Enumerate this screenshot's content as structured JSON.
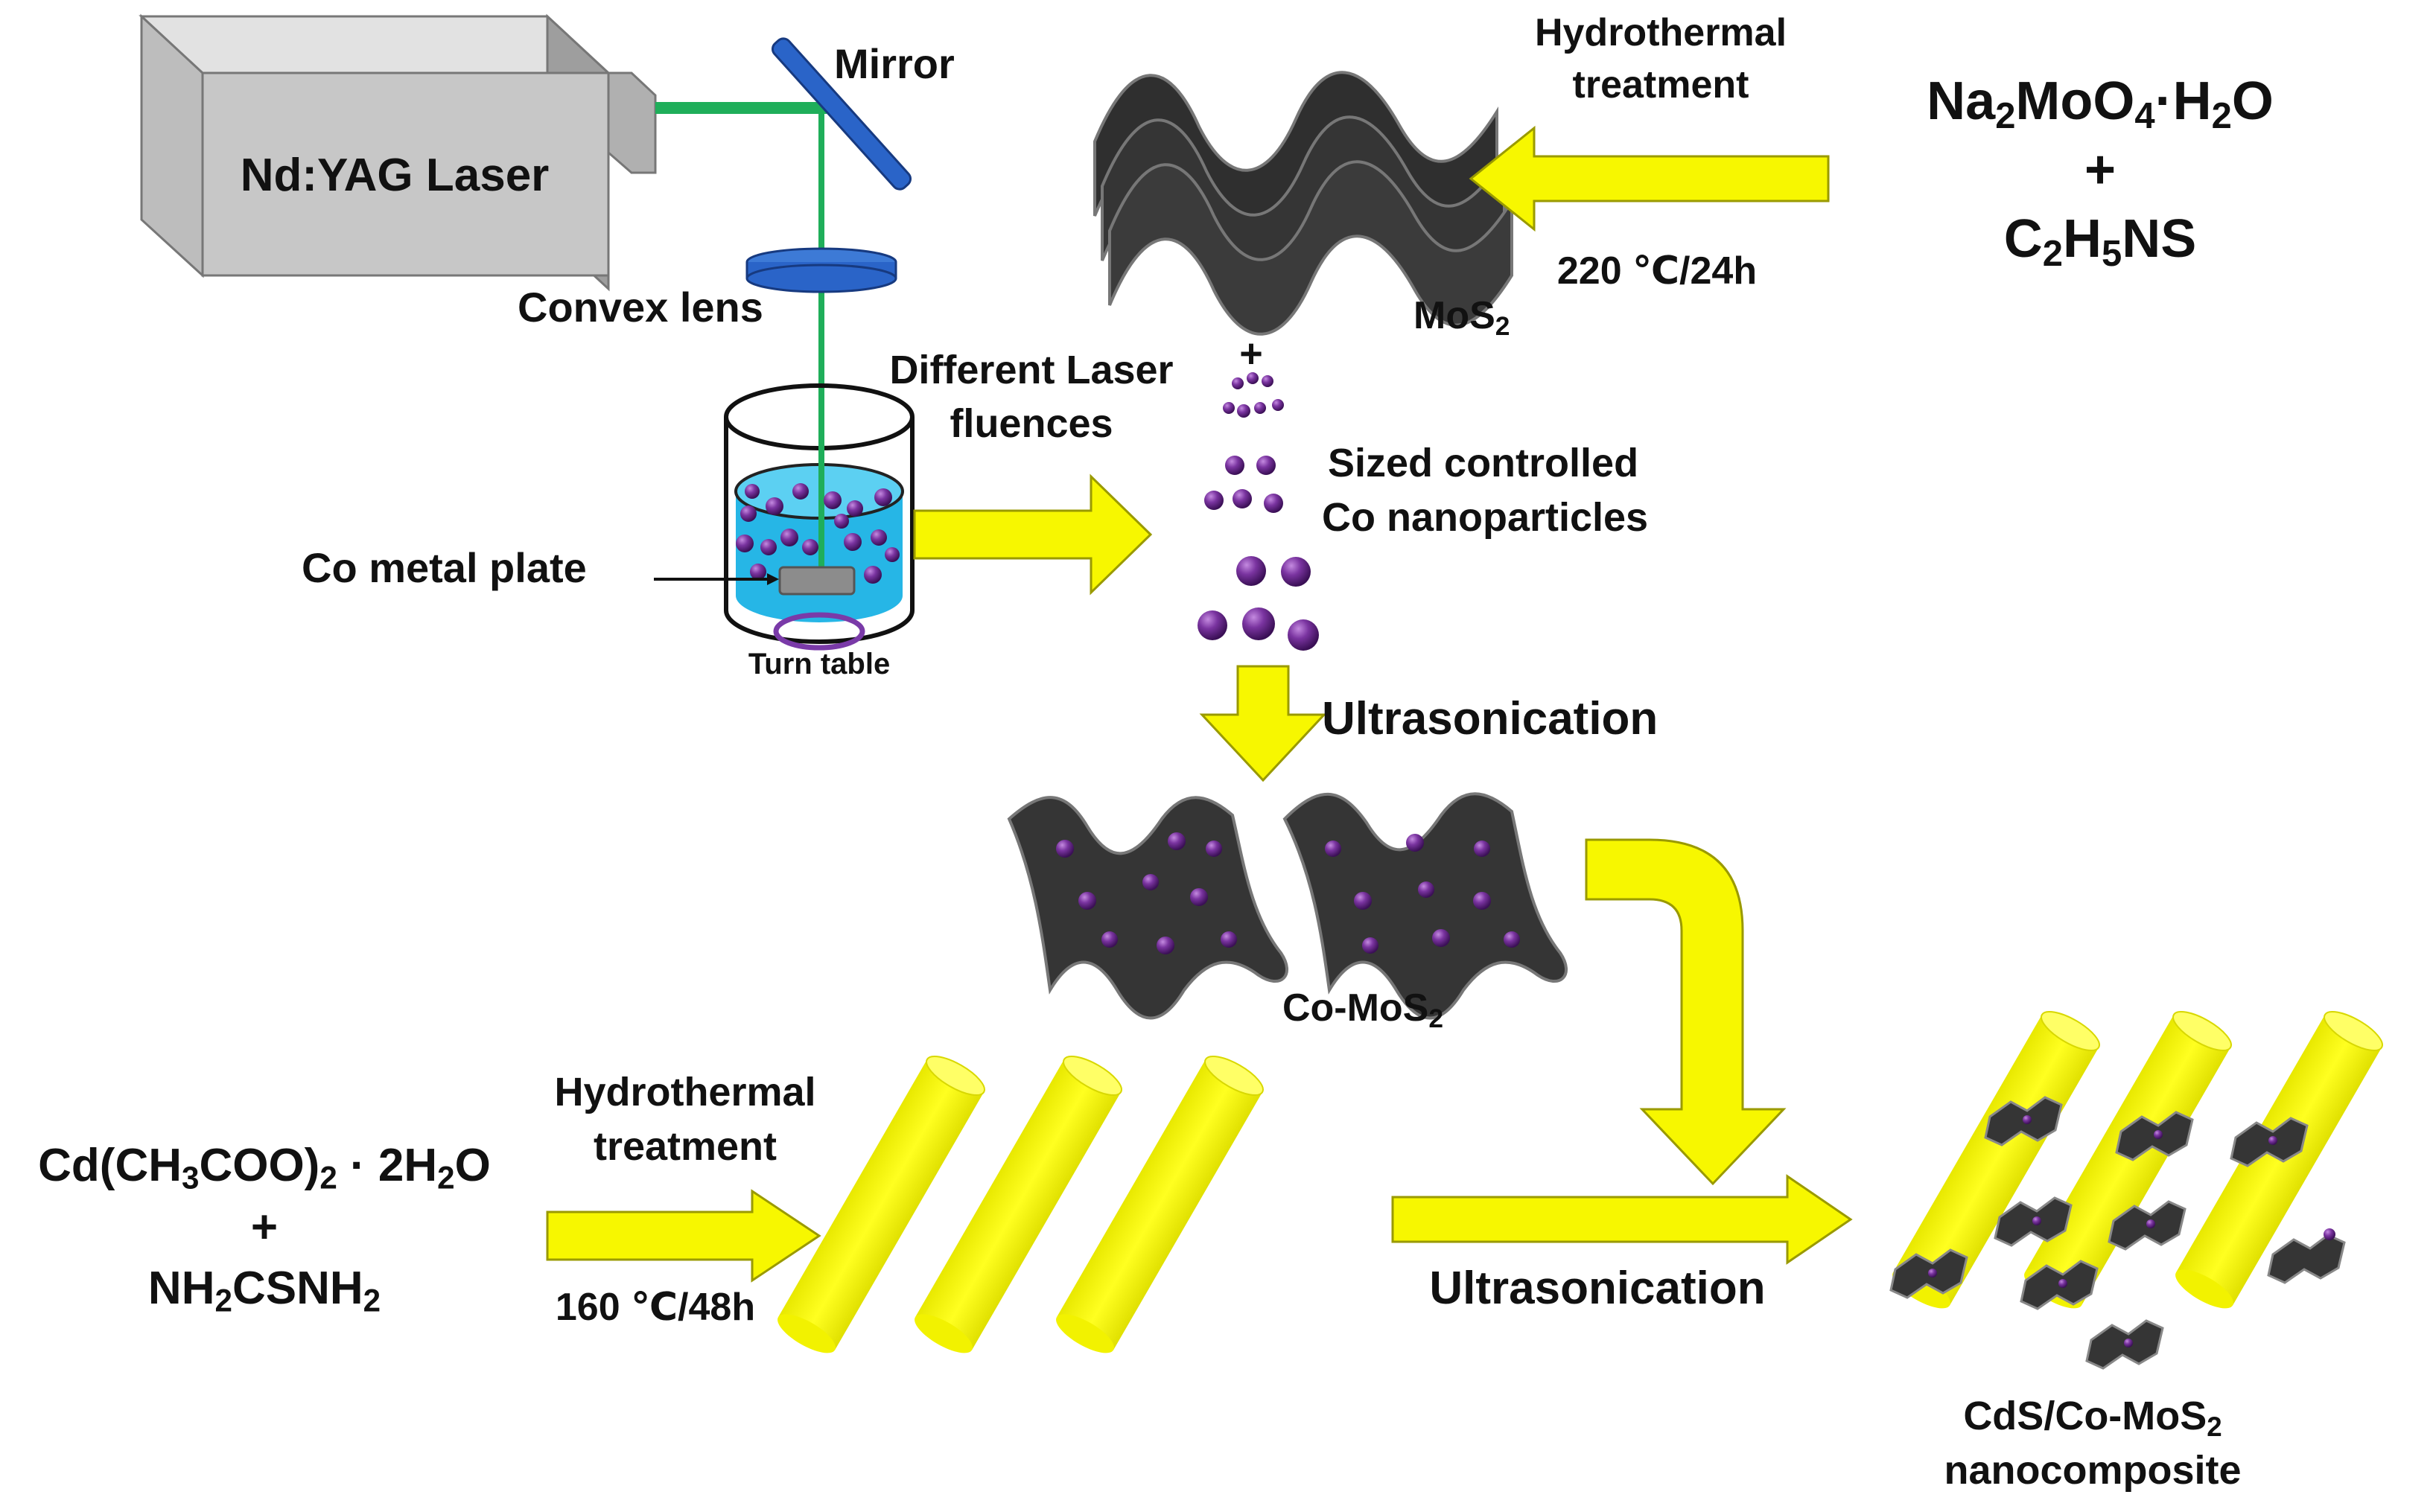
{
  "colors": {
    "laser_beam": "#1fae5a",
    "optic_blue": "#2a64c8",
    "arrow_yellow": "#f7f700",
    "arrow_outline": "#8a8a00",
    "sheet_dark": "#353535",
    "particle_purple": "#6a2b8c",
    "liquid_cyan": "#26b6e6",
    "laser_box_gray": "#c7c7c7"
  },
  "labels": {
    "laser": "Nd:YAG Laser",
    "mirror": "Mirror",
    "convex_lens": "Convex lens",
    "fluences": [
      "Different Laser",
      "fluences"
    ],
    "co_plate": "Co metal plate",
    "turn_table": "Turn table",
    "hydro_top": [
      "Hydrothermal",
      "treatment"
    ],
    "temp_top": "220 ℃/24h",
    "mos2": {
      "text": "MoS",
      "sub": "2"
    },
    "precursor_top": {
      "line1": [
        {
          "t": "Na"
        },
        {
          "s": "2"
        },
        {
          "t": "MoO"
        },
        {
          "s": "4"
        },
        {
          "t": "·H"
        },
        {
          "s": "2"
        },
        {
          "t": "O"
        }
      ],
      "plus": "+",
      "line2": [
        {
          "t": "C"
        },
        {
          "s": "2"
        },
        {
          "t": "H"
        },
        {
          "s": "5"
        },
        {
          "t": "NS"
        }
      ]
    },
    "plus_top": "+",
    "sized": [
      "Sized controlled",
      "Co nanoparticles"
    ],
    "ultra1": "Ultrasonication",
    "co_mos2": {
      "text": "Co-MoS",
      "sub": "2"
    },
    "hydro_bottom": [
      "Hydrothermal",
      "treatment"
    ],
    "temp_bottom": "160 ℃/48h",
    "precursor_bottom": {
      "line1": [
        {
          "t": "Cd(CH"
        },
        {
          "s": "3"
        },
        {
          "t": "COO)"
        },
        {
          "s": "2"
        },
        {
          "t": " · 2H"
        },
        {
          "s": "2"
        },
        {
          "t": "O"
        }
      ],
      "plus": "+",
      "line2": [
        {
          "t": "NH"
        },
        {
          "s": "2"
        },
        {
          "t": "CSNH"
        },
        {
          "s": "2"
        }
      ]
    },
    "ultra2": "Ultrasonication",
    "composite": {
      "line1": [
        {
          "t": "CdS/Co-MoS"
        },
        {
          "s": "2"
        }
      ],
      "line2": "nanocomposite"
    }
  }
}
